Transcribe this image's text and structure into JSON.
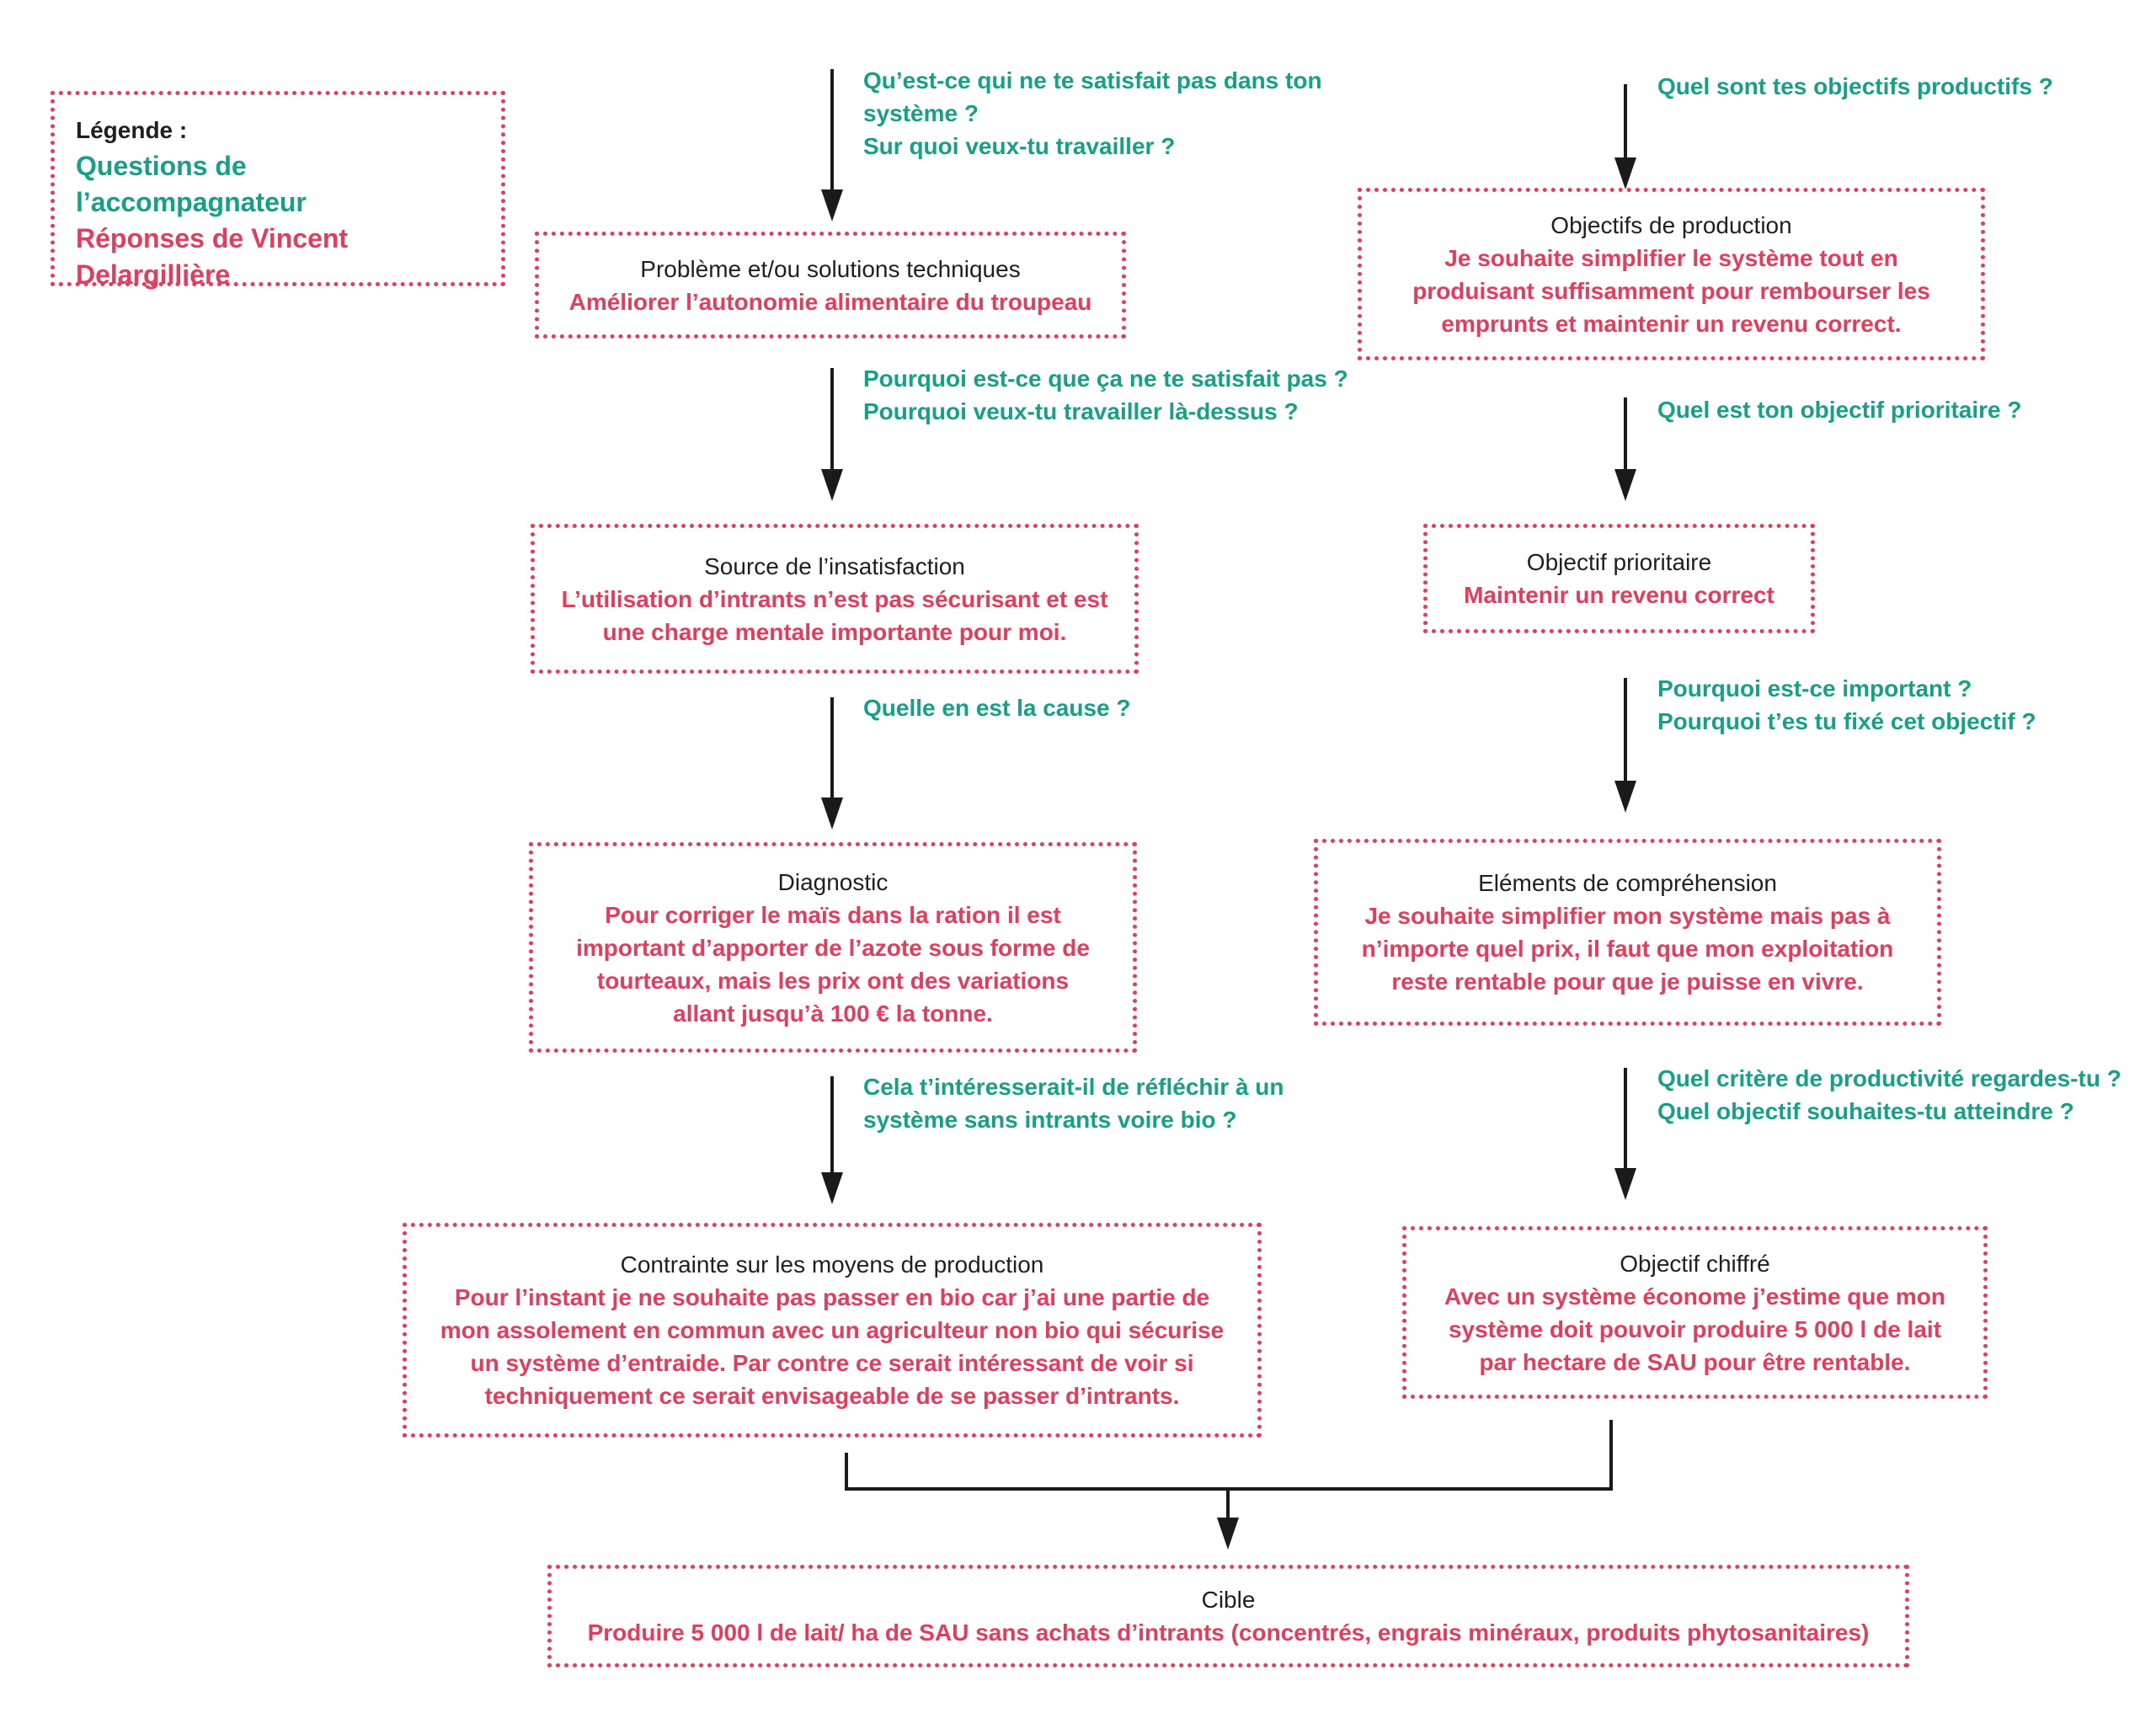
{
  "legend": {
    "title": "Légende :",
    "questions": "Questions de l’accompagnateur",
    "answers_line1": "Réponses de Vincent",
    "answers_line2": "Delargillière"
  },
  "left_questions": [
    [
      "Qu’est-ce qui ne te satisfait pas dans ton",
      "système ?",
      "Sur quoi veux-tu travailler ?"
    ],
    [
      "Pourquoi est-ce que ça ne te satisfait pas ?",
      "Pourquoi veux-tu travailler là-dessus ?"
    ],
    [
      "Quelle en est la cause ?"
    ],
    [
      "Cela t’intéresserait-il de réfléchir à un",
      "système sans intrants voire bio ?"
    ]
  ],
  "right_questions": [
    [
      "Quel sont tes objectifs productifs ?"
    ],
    [
      "Quel est ton objectif prioritaire ?"
    ],
    [
      "Pourquoi est-ce important ?",
      "Pourquoi t’es tu fixé cet objectif ?"
    ],
    [
      "Quel critère de productivité regardes-tu ?",
      "Quel objectif souhaites-tu atteindre ?"
    ]
  ],
  "left_boxes": [
    {
      "title": "Problème et/ou solutions techniques",
      "answer": [
        "Améliorer l’autonomie alimentaire du troupeau"
      ]
    },
    {
      "title": "Source de l’insatisfaction",
      "answer": [
        "L’utilisation d’intrants n’est pas sécurisant et est",
        "une charge mentale importante pour moi."
      ]
    },
    {
      "title": "Diagnostic",
      "answer": [
        "Pour corriger le maïs dans la ration il est",
        "important d’apporter de l’azote sous forme de",
        "tourteaux, mais les prix ont des variations",
        "allant jusqu’à 100 € la tonne."
      ]
    },
    {
      "title": "Contrainte sur les moyens de production",
      "answer": [
        "Pour l’instant je ne souhaite pas passer en bio car j’ai une partie de",
        "mon assolement en commun avec un agriculteur non bio qui sécurise",
        "un système d’entraide. Par contre ce serait intéressant de voir si",
        "techniquement ce serait envisageable de se passer d’intrants."
      ]
    }
  ],
  "right_boxes": [
    {
      "title": "Objectifs de production",
      "answer": [
        "Je souhaite simplifier le système tout en",
        "produisant suffisamment pour rembourser les",
        "emprunts et maintenir un revenu correct."
      ]
    },
    {
      "title": "Objectif prioritaire",
      "answer": [
        "Maintenir un revenu correct"
      ]
    },
    {
      "title": "Eléments de compréhension",
      "answer": [
        "Je souhaite simplifier mon système mais pas à",
        "n’importe quel prix, il faut que mon exploitation",
        "reste rentable pour que je puisse en vivre."
      ]
    },
    {
      "title": "Objectif chiffré",
      "answer": [
        "Avec un système économe j’estime que mon",
        "système doit pouvoir produire 5 000 l de lait",
        "par hectare de SAU pour être rentable."
      ]
    }
  ],
  "target": {
    "title": "Cible",
    "answer": [
      "Produire 5 000 l de lait/ ha de SAU sans achats d’intrants (concentrés, engrais minéraux, produits phytosanitaires)"
    ]
  },
  "colors": {
    "question": "#16a085",
    "answer": "#e43c5c",
    "border": "#e43c5c",
    "title": "#1f1f1f",
    "arrow": "#1a1a1a"
  }
}
